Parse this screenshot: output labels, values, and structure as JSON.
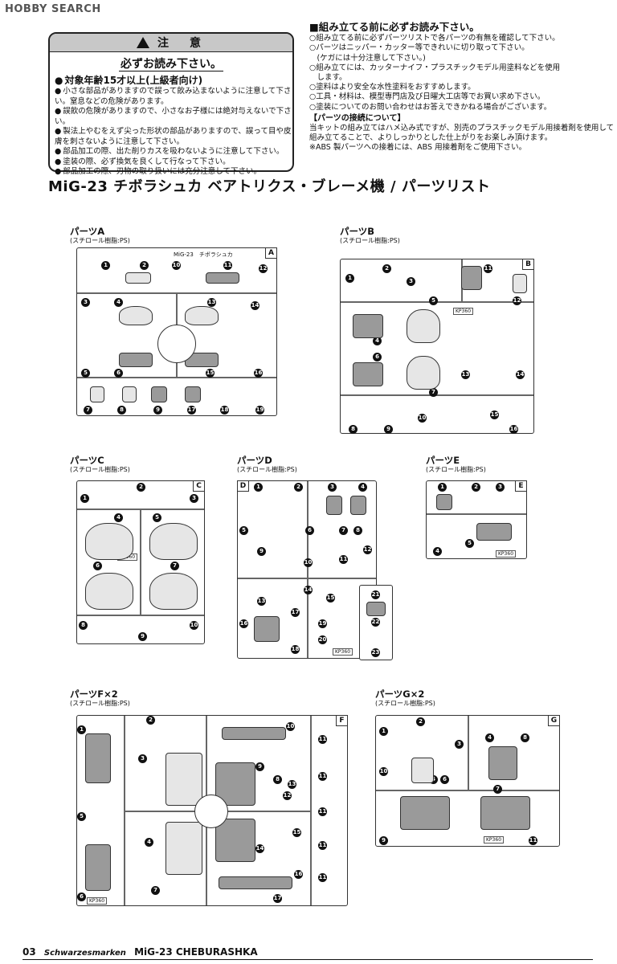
{
  "watermark": "HOBBY SEARCH",
  "caution": {
    "heading": "注　意",
    "subheading": "必ずお読み下さい。",
    "items": [
      "対象年齢15才以上(上級者向け)",
      "小さな部品がありますので誤って飲み込まないように注意して下さい。窒息などの危険があります。",
      "誤飲の危険がありますので、小さなお子様には絶対与えないで下さい。",
      "製法上やむをえず尖った形状の部品がありますので、誤って目や皮膚を刺さないように注意して下さい。",
      "部品加工の際、出た削りカスを吸わないように注意して下さい。",
      "塗装の際、必ず換気を良くして行なって下さい。",
      "部品加工の際、刃物の取り扱いには充分注意して下さい。"
    ]
  },
  "notes": {
    "heading": "■組み立てる前に必ずお読み下さい。",
    "items": [
      "○組み立てる前に必ずパーツリストで各パーツの有無を確認して下さい。",
      "○パーツはニッパー・カッター等できれいに切り取って下さい。",
      "　(ケガには十分注意して下さい。)",
      "○組み立てには、カッターナイフ・プラスチックモデル用塗料などを使用",
      "　します。",
      "○塗料はより安全な水性塗料をおすすめします。",
      "○工具・材料は、模型専門店及び日曜大工店等でお買い求め下さい。",
      "○塗装についてのお問い合わせはお答えできかねる場合がございます。"
    ],
    "connection_heading": "【パーツの接続について】",
    "connection_text": [
      "当キットの組み立てはハメ込み式ですが、別売のプラスチックモデル用接着剤を使用して",
      "組み立てることで、よりしっかりとした仕上がりをお楽しみ頂けます。",
      "※ABS 製パーツへの接着には、ABS 用接着剤をご使用下さい。"
    ]
  },
  "title": "MiG-23 チボラシュカ ベアトリクス・ブレーメ機 / パーツリスト",
  "parts": {
    "A": {
      "label": "パーツA",
      "material": "(スチロール樹脂:PS)",
      "letter": "A",
      "sprue_name": "MiG-23　チボラシュカ",
      "numbers": [
        "1",
        "2",
        "10",
        "11",
        "12",
        "3",
        "4",
        "13",
        "14",
        "5",
        "6",
        "15",
        "16",
        "7",
        "8",
        "9",
        "17",
        "18",
        "19"
      ]
    },
    "B": {
      "label": "パーツB",
      "material": "(スチロール樹脂:PS)",
      "letter": "B",
      "kp": "KP360",
      "numbers": [
        "1",
        "2",
        "3",
        "11",
        "12",
        "4",
        "5",
        "6",
        "7",
        "13",
        "14",
        "8",
        "9",
        "10",
        "15",
        "16"
      ]
    },
    "C": {
      "label": "パーツC",
      "material": "(スチロール樹脂:PS)",
      "letter": "C",
      "kp": "KP360",
      "numbers": [
        "1",
        "2",
        "3",
        "4",
        "5",
        "6",
        "7",
        "8",
        "9",
        "10"
      ]
    },
    "D": {
      "label": "パーツD",
      "material": "(スチロール樹脂:PS)",
      "letter": "D",
      "kp": "KP360",
      "numbers": [
        "1",
        "2",
        "3",
        "4",
        "5",
        "6",
        "7",
        "8",
        "9",
        "10",
        "11",
        "12",
        "13",
        "14",
        "15",
        "16",
        "17",
        "18",
        "19",
        "20",
        "21",
        "22",
        "23"
      ]
    },
    "E": {
      "label": "パーツE",
      "material": "(スチロール樹脂:PS)",
      "letter": "E",
      "kp": "KP360",
      "numbers": [
        "1",
        "2",
        "3",
        "4",
        "5"
      ]
    },
    "F": {
      "label": "パーツF×2",
      "material": "(スチロール樹脂:PS)",
      "letter": "F",
      "kp": "KP360",
      "numbers": [
        "1",
        "2",
        "3",
        "4",
        "5",
        "6",
        "7",
        "8",
        "9",
        "10",
        "11",
        "11",
        "11",
        "11",
        "11",
        "12",
        "13",
        "14",
        "15",
        "16",
        "17"
      ]
    },
    "G": {
      "label": "パーツG×2",
      "material": "(スチロール樹脂:PS)",
      "letter": "G",
      "kp": "KP360",
      "numbers": [
        "1",
        "2",
        "3",
        "4",
        "5",
        "6",
        "7",
        "8",
        "9",
        "10",
        "11"
      ]
    }
  },
  "footer": {
    "page": "03",
    "series": "Schwarzesmarken",
    "product": "MiG-23 CHEBURASHKA"
  }
}
